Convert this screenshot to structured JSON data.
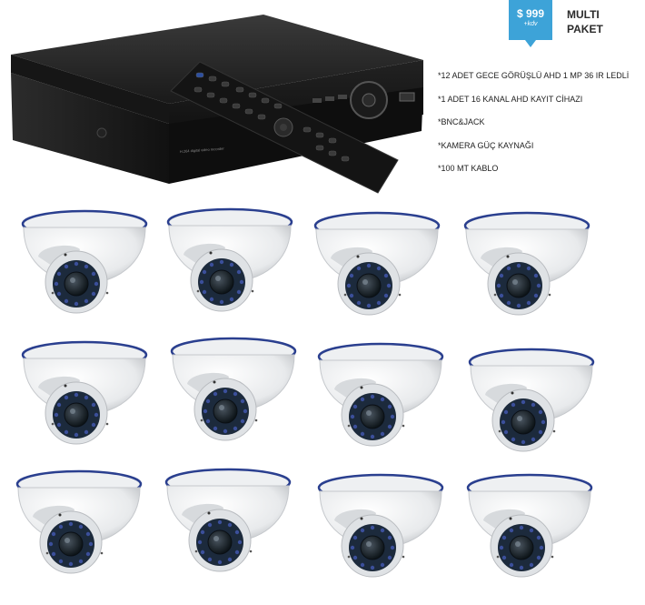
{
  "price_badge": {
    "amount": "$ 999",
    "tax": "+kdv"
  },
  "package": {
    "line1": "MULTI",
    "line2": "PAKET"
  },
  "features": [
    "*12 ADET GECE GÖRÜŞLÜ AHD 1 MP 36 IR LEDLİ",
    "*1 ADET 16 KANAL AHD KAYIT CİHAZI",
    "*BNC&JACK",
    "*KAMERA GÜÇ KAYNAĞI",
    "*100 MT KABLO"
  ],
  "dvr": {
    "front_label": "H.264 digital video recorder"
  },
  "cameras": {
    "count": 12,
    "icon": "dome-camera-icon"
  },
  "colors": {
    "badge": "#3da3d8",
    "camera_ring": "#2a3f8f",
    "led": "#3b4f9a"
  }
}
